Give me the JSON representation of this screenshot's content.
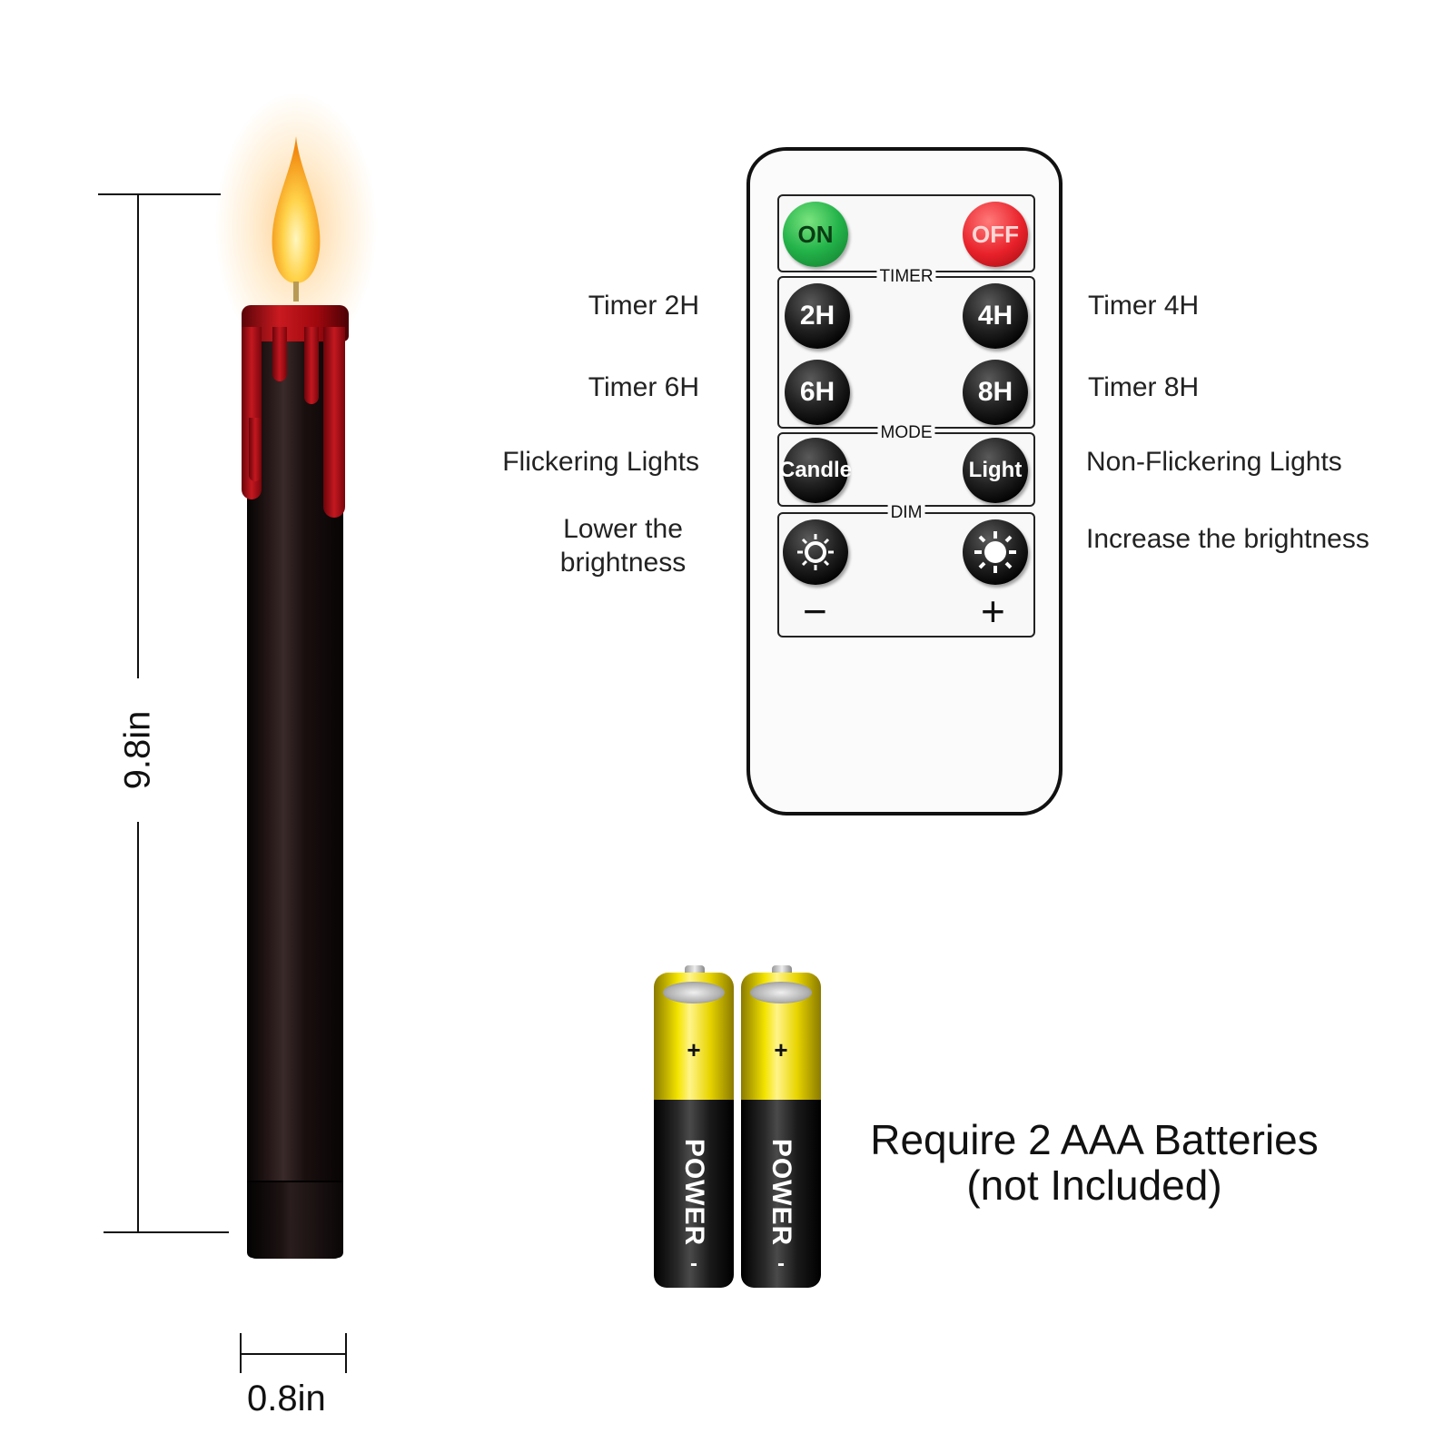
{
  "candle": {
    "height_label": "9.8in",
    "width_label": "0.8in"
  },
  "remote": {
    "buttons": {
      "on": "ON",
      "off": "OFF",
      "timer_2h": "2H",
      "timer_4h": "4H",
      "timer_6h": "6H",
      "timer_8h": "8H",
      "mode_candle": "Candle",
      "mode_light": "Light",
      "dim_minus": "−",
      "dim_plus": "+"
    },
    "sections": {
      "timer": "TIMER",
      "mode": "MODE",
      "dim": "DIM"
    }
  },
  "callouts": {
    "left": {
      "timer_2h": "Timer 2H",
      "timer_6h": "Timer 6H",
      "flickering": "Flickering Lights",
      "lower_line1": "Lower the",
      "lower_line2": "brightness"
    },
    "right": {
      "timer_4h": "Timer 4H",
      "timer_8h": "Timer 8H",
      "non_flickering": "Non-Flickering Lights",
      "increase": "Increase the brightness"
    }
  },
  "batteries": {
    "brand": "POWER",
    "plus": "+",
    "minus": "-",
    "note_line1": "Require 2 AAA Batteries",
    "note_line2": "(not Included)"
  },
  "colors": {
    "wax_red": "#c81a20",
    "on_green": "#23b34a",
    "off_red": "#e8212a",
    "battery_yellow": "#f4e400"
  }
}
